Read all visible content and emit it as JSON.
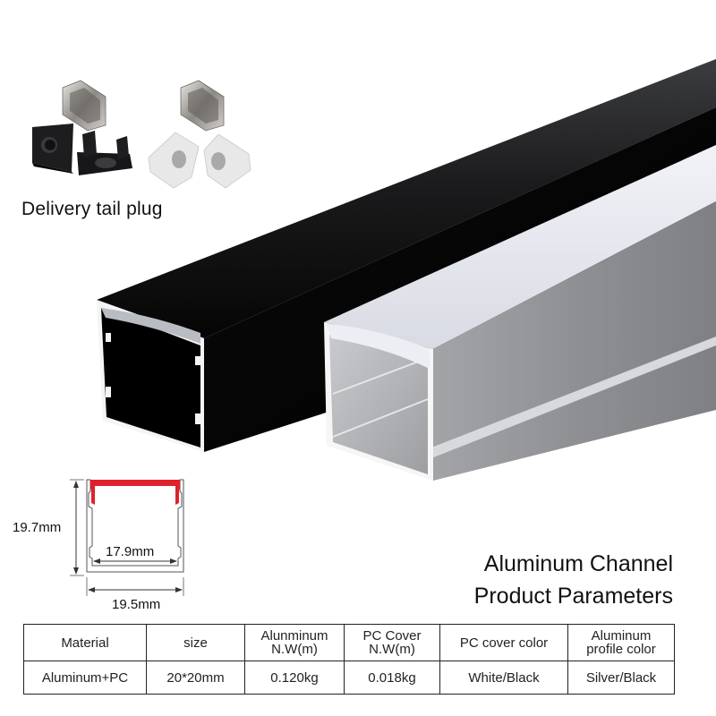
{
  "accessories": {
    "caption": "Delivery tail plug",
    "items": [
      "black-end-cap-set",
      "white-end-cap-set",
      "mounting-clip"
    ]
  },
  "products": [
    {
      "name": "black-aluminum-channel",
      "profile_color": "#0b0b0b",
      "cover_color": "#2a2a2a"
    },
    {
      "name": "silver-aluminum-channel",
      "profile_color": "#a8a9ab",
      "cover_color": "#e6e8ef"
    }
  ],
  "diagram": {
    "height_label": "19.7mm",
    "inner_width_label": "17.9mm",
    "outer_width_label": "19.5mm",
    "cover_color": "#e0212b"
  },
  "title": {
    "line1": "Aluminum Channel",
    "line2": "Product Parameters"
  },
  "table": {
    "headers": [
      [
        "Material"
      ],
      [
        "size"
      ],
      [
        "Alunminum",
        "N.W(m)"
      ],
      [
        "PC Cover",
        "N.W(m)"
      ],
      [
        "PC cover color"
      ],
      [
        "Aluminum",
        "profile color"
      ]
    ],
    "rows": [
      [
        "Aluminum+PC",
        "20*20mm",
        "0.120kg",
        "0.018kg",
        "White/Black",
        "Silver/Black"
      ]
    ]
  }
}
